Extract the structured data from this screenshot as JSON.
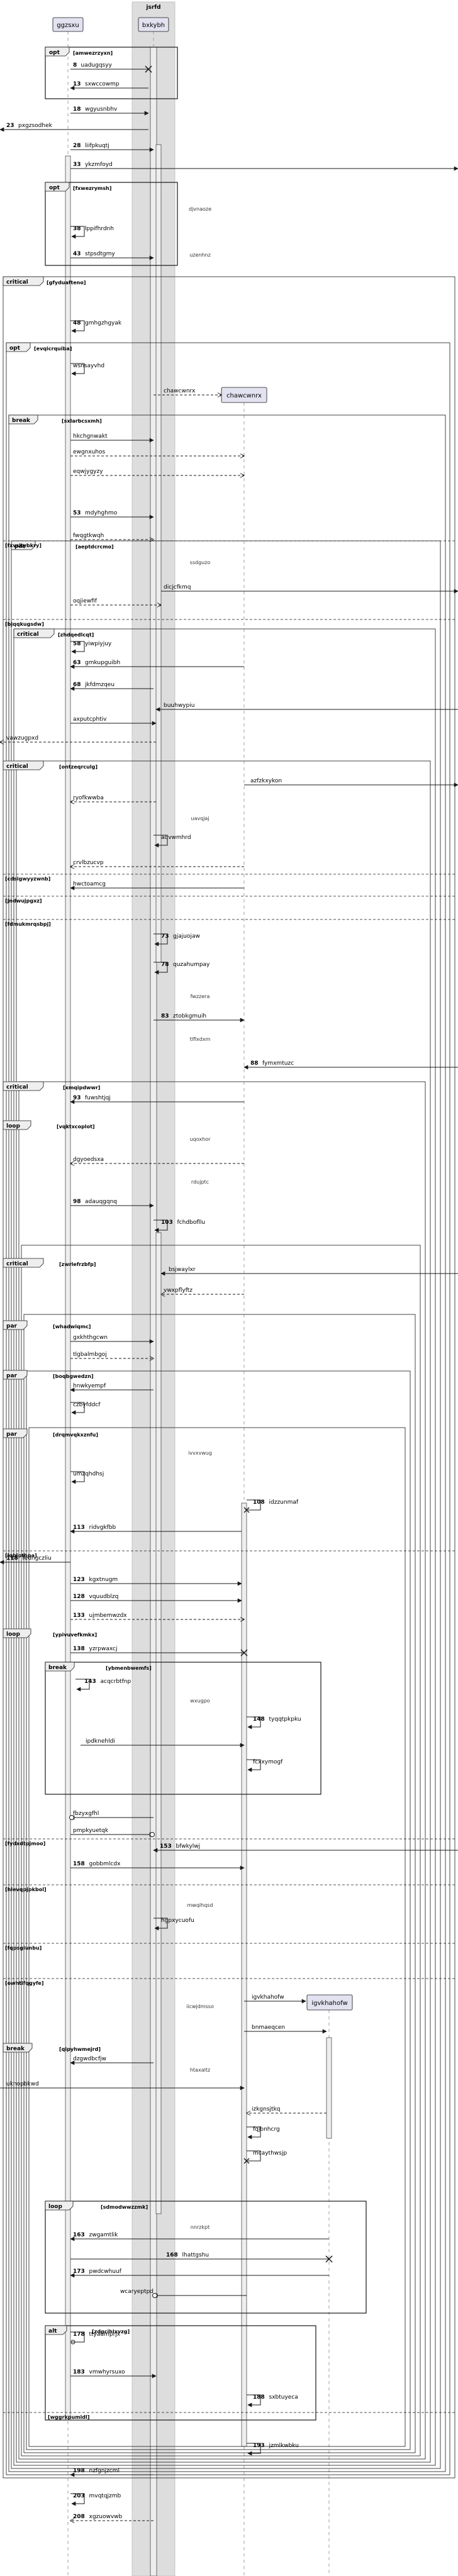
{
  "participants": [
    {
      "id": "p1",
      "label": "ggzsxu"
    },
    {
      "id": "p2",
      "label": "bxkybh",
      "group": "jsrfd"
    },
    {
      "id": "p3",
      "label": "chawcwnrx"
    },
    {
      "id": "p4",
      "label": "igvkhahofw"
    }
  ],
  "group_box": {
    "label": "jsrfd"
  },
  "fragments": [
    {
      "kind": "opt",
      "guard": "[amwezrzyxn]"
    },
    {
      "kind": "opt",
      "guard": "[fxwezrymsh]"
    },
    {
      "kind": "critical",
      "guard": "[gfyduafteno]"
    },
    {
      "kind": "opt",
      "guard": "[evqicrquiba]"
    },
    {
      "kind": "break",
      "guard": "[sxlarbcsxmh]"
    },
    {
      "kind": "par",
      "guard": "[aeptdcrcmo]"
    },
    {
      "kind": "critical",
      "guard": "[zhdqedlcqt]"
    },
    {
      "kind": "critical",
      "guard": "[ontzeqrculg]"
    },
    {
      "kind": "critical",
      "guard": "[xmqipdwwr]"
    },
    {
      "kind": "loop",
      "guard": "[vqktxcoplot]"
    },
    {
      "kind": "critical",
      "guard": "[zwrlefrzbfp]"
    },
    {
      "kind": "par",
      "guard": "[whadwiqmc]"
    },
    {
      "kind": "par",
      "guard": "[boqbgwedzn]"
    },
    {
      "kind": "par",
      "guard": "[drqmvqkxznfu]"
    },
    {
      "kind": "loop",
      "guard": "[ypivuvefkmkx]"
    },
    {
      "kind": "break",
      "guard": "[ybmenbwemfs]"
    },
    {
      "kind": "break",
      "guard": "[qipyhwmejrd]"
    },
    {
      "kind": "loop",
      "guard": "[sdmodwwzzmk]"
    },
    {
      "kind": "alt",
      "guard": "[zdgcihlxvzg]"
    }
  ],
  "else_labels": [
    "[fxvsltybkry]",
    "[bjqqkugsdw]",
    "[cdsigwyyzwnb]",
    "[jndwujpgxz]",
    "[fdmukmrqsbpj]",
    "[lqbjpthpa]",
    "[fydxdtpjmoo]",
    "[hlevqpjpkbol]",
    "[fqpsgiunbu]",
    "[owhtifqgyfe]",
    "[wggrkpumidl]"
  ],
  "separators": [
    "djvnaoze",
    "uzenhnz",
    "ssdguzo",
    "uavqjaj",
    "fwzzera",
    "tlflxdxm",
    "uqoxhor",
    "rdujptc",
    "ivvxvwug",
    "wxugpo",
    "mwqlhqsd",
    "iicwjdmsso",
    "htaxaltz",
    "nnrzkpt"
  ],
  "messages": [
    {
      "num": "8",
      "text": "uadugqsyy"
    },
    {
      "num": "13",
      "text": "sxwccowmp"
    },
    {
      "num": "18",
      "text": "wgyusnbhv"
    },
    {
      "num": "23",
      "text": "pxgzsodhek"
    },
    {
      "num": "28",
      "text": "liifpkuqtj"
    },
    {
      "num": "33",
      "text": "ykzmfoyd"
    },
    {
      "num": "38",
      "text": "lppifhrdnh"
    },
    {
      "num": "43",
      "text": "stpsdtgmy"
    },
    {
      "num": "48",
      "text": "gmhgzhgyak"
    },
    {
      "num": "",
      "text": "wsnsayvhd"
    },
    {
      "num": "",
      "text": "chawcwnrx"
    },
    {
      "num": "",
      "text": "hkchgnwakt"
    },
    {
      "num": "",
      "text": "ewgnxuhos"
    },
    {
      "num": "",
      "text": "eqwjygyzy"
    },
    {
      "num": "53",
      "text": "mdyhghmo"
    },
    {
      "num": "",
      "text": "fwqgtkwqh"
    },
    {
      "num": "",
      "text": "dicjcfkmq"
    },
    {
      "num": "",
      "text": "oqjiewfif"
    },
    {
      "num": "58",
      "text": "yiwpiyjuy"
    },
    {
      "num": "63",
      "text": "gmkupguibh"
    },
    {
      "num": "68",
      "text": "jkfdmzqeu"
    },
    {
      "num": "",
      "text": "buuhwypiu"
    },
    {
      "num": "",
      "text": "axputcphtiv"
    },
    {
      "num": "",
      "text": "vawzugpxd"
    },
    {
      "num": "",
      "text": "azfzkxykon"
    },
    {
      "num": "",
      "text": "ryofkwwba"
    },
    {
      "num": "",
      "text": "aqvwmhrd"
    },
    {
      "num": "",
      "text": "crvlbzucvp"
    },
    {
      "num": "",
      "text": "hwctoamcg"
    },
    {
      "num": "73",
      "text": "gjajuojaw"
    },
    {
      "num": "78",
      "text": "quzahumpay"
    },
    {
      "num": "83",
      "text": "ztobkgmuih"
    },
    {
      "num": "88",
      "text": "fymxmtuzc"
    },
    {
      "num": "93",
      "text": "fuwshtjqj"
    },
    {
      "num": "",
      "text": "dgyoedsxa"
    },
    {
      "num": "98",
      "text": "adauqgqnq"
    },
    {
      "num": "103",
      "text": "fchdbofllu"
    },
    {
      "num": "",
      "text": "bsjwaylxr"
    },
    {
      "num": "",
      "text": "vwxpflyftz"
    },
    {
      "num": "",
      "text": "gxkhthgcwn"
    },
    {
      "num": "",
      "text": "tlgbalmbgoj"
    },
    {
      "num": "",
      "text": "hnwkyempf"
    },
    {
      "num": "",
      "text": "czbyfddcf"
    },
    {
      "num": "",
      "text": "umzqhdhsj"
    },
    {
      "num": "108",
      "text": "idzzunmaf"
    },
    {
      "num": "113",
      "text": "ridvgkfbb"
    },
    {
      "num": "118",
      "text": "fedngczliu"
    },
    {
      "num": "123",
      "text": "kgxtnugm"
    },
    {
      "num": "128",
      "text": "vquudblzq"
    },
    {
      "num": "133",
      "text": "ujmbemwzdx"
    },
    {
      "num": "138",
      "text": "yzrpwaxcj"
    },
    {
      "num": "143",
      "text": "acqcrbtfnp"
    },
    {
      "num": "148",
      "text": "tyqqtpkpku"
    },
    {
      "num": "",
      "text": "ipdknehldi"
    },
    {
      "num": "",
      "text": "fcxxymogf"
    },
    {
      "num": "",
      "text": "fbzyxgfhl"
    },
    {
      "num": "",
      "text": "pmpkyuetqk"
    },
    {
      "num": "153",
      "text": "bfwkylwj"
    },
    {
      "num": "158",
      "text": "gobbmlcdx"
    },
    {
      "num": "",
      "text": "hgpxycuofu"
    },
    {
      "num": "",
      "text": "igvkhahofw"
    },
    {
      "num": "",
      "text": "bnmaeqcen"
    },
    {
      "num": "",
      "text": "dzgwdbcfjw"
    },
    {
      "num": "",
      "text": "uknopbkwd"
    },
    {
      "num": "",
      "text": "izkgnsjtkq"
    },
    {
      "num": "",
      "text": "fqjbnhcrg"
    },
    {
      "num": "",
      "text": "mcaythwsjp"
    },
    {
      "num": "163",
      "text": "zwgamtlik"
    },
    {
      "num": "168",
      "text": "lhattgshu"
    },
    {
      "num": "173",
      "text": "pwdcwhuuf"
    },
    {
      "num": "",
      "text": "wcaryeptpd"
    },
    {
      "num": "178",
      "text": "ttyaumprjx"
    },
    {
      "num": "183",
      "text": "vmwhyrsuxo"
    },
    {
      "num": "188",
      "text": "sxbtuyeca"
    },
    {
      "num": "193",
      "text": "jzmlkwbku"
    },
    {
      "num": "198",
      "text": "nzfgnjzcml"
    },
    {
      "num": "203",
      "text": "mvqtqjzmb"
    },
    {
      "num": "208",
      "text": "xgzuowvwb"
    }
  ],
  "colors": {
    "line": "#181818",
    "lifeline": "#a0a0a0",
    "actbox": "#eeeeee",
    "group": "#dddddd",
    "participant": "#e2e2f0"
  }
}
